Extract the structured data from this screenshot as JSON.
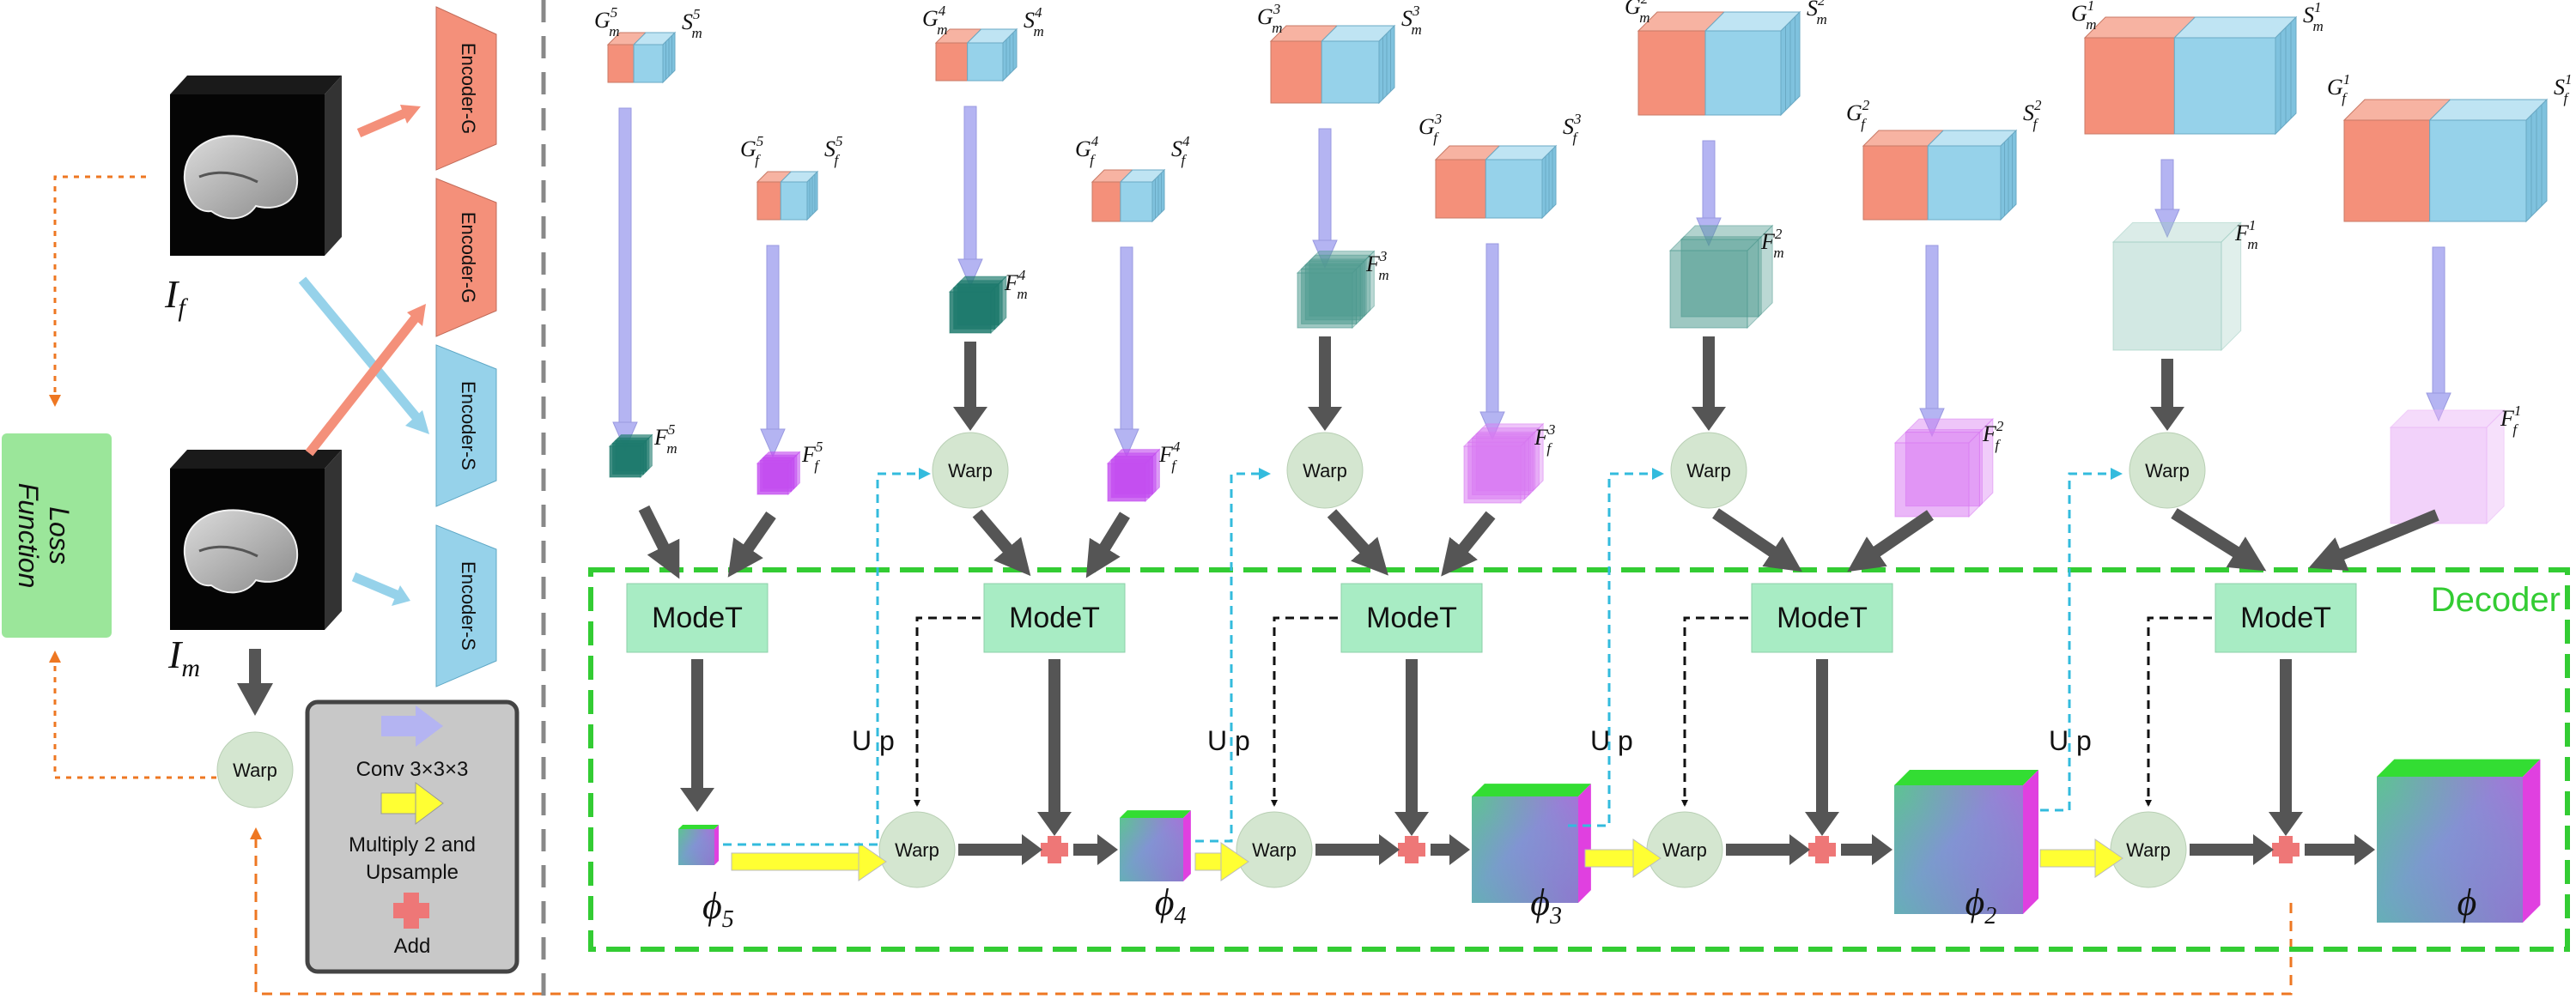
{
  "loss": {
    "line1": "Loss",
    "line2": "Function"
  },
  "inputs": {
    "fixed": "I",
    "fixed_sub": "f",
    "moving": "I",
    "moving_sub": "m"
  },
  "encoders": {
    "g": "Encoder-G",
    "s": "Encoder-S"
  },
  "common": {
    "warp": "Warp",
    "modet": "ModeT",
    "up": "U p",
    "decoder": "Decoder",
    "phi": "ϕ",
    "G": "G",
    "S": "S",
    "F": "F",
    "sub_m": "m",
    "sub_f": "f"
  },
  "levels": [
    "5",
    "4",
    "3",
    "2",
    "1"
  ],
  "phi_labels": [
    "5",
    "4",
    "3",
    "2",
    ""
  ],
  "legend": {
    "conv": "Conv 3×3×3",
    "mul": "Multiply 2 and",
    "mul2": "Upsample",
    "add": "Add"
  },
  "colors": {
    "orange": "#f4907a",
    "blue": "#96d2ea",
    "lavender": "#b4b4f2",
    "yellow": "#ffff33",
    "mint": "#a8ecc4",
    "loss_green": "#9be69a",
    "warp_circle": "#d4e6d0",
    "decoder_green": "#33cc33",
    "cyan": "#33bbdd",
    "dark_orange": "#ee7722",
    "legend_bg": "#c8c8c8"
  }
}
